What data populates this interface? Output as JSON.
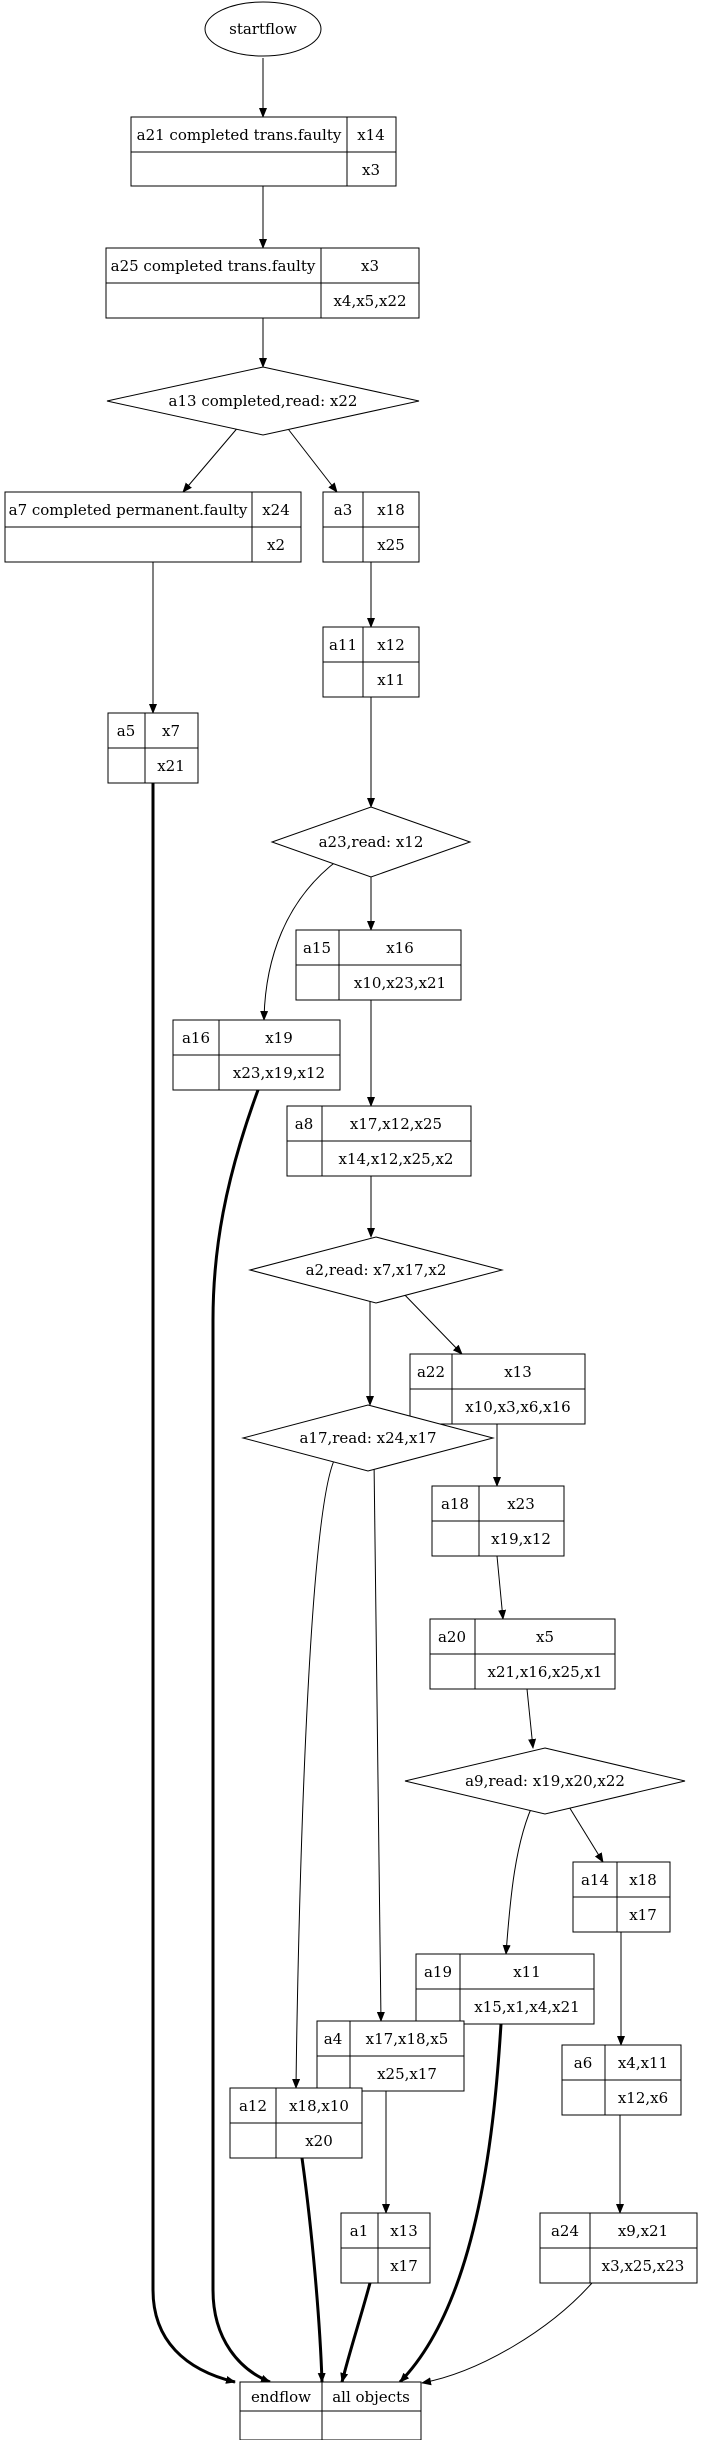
{
  "start": {
    "label": "startflow"
  },
  "nodes": {
    "a21": {
      "id": "a21 completed trans.faulty",
      "in": "x14",
      "out": "x3"
    },
    "a25": {
      "id": "a25 completed trans.faulty",
      "in": "x3",
      "out": "x4,x5,x22"
    },
    "a7": {
      "id": "a7 completed permanent.faulty",
      "in": "x24",
      "out": "x2"
    },
    "a3": {
      "id": "a3",
      "in": "x18",
      "out": "x25"
    },
    "a11": {
      "id": "a11",
      "in": "x12",
      "out": "x11"
    },
    "a5": {
      "id": "a5",
      "in": "x7",
      "out": "x21"
    },
    "a15": {
      "id": "a15",
      "in": "x16",
      "out": "x10,x23,x21"
    },
    "a16": {
      "id": "a16",
      "in": "x19",
      "out": "x23,x19,x12"
    },
    "a8": {
      "id": "a8",
      "in": "x17,x12,x25",
      "out": "x14,x12,x25,x2"
    },
    "a22": {
      "id": "a22",
      "in": "x13",
      "out": "x10,x3,x6,x16"
    },
    "a18": {
      "id": "a18",
      "in": "x23",
      "out": "x19,x12"
    },
    "a20": {
      "id": "a20",
      "in": "x5",
      "out": "x21,x16,x25,x1"
    },
    "a14": {
      "id": "a14",
      "in": "x18",
      "out": "x17"
    },
    "a19": {
      "id": "a19",
      "in": "x11",
      "out": "x15,x1,x4,x21"
    },
    "a4": {
      "id": "a4",
      "in": "x17,x18,x5",
      "out": "x25,x17"
    },
    "a6": {
      "id": "a6",
      "in": "x4,x11",
      "out": "x12,x6"
    },
    "a12": {
      "id": "a12",
      "in": "x18,x10",
      "out": "x20"
    },
    "a1": {
      "id": "a1",
      "in": "x13",
      "out": "x17"
    },
    "a24": {
      "id": "a24",
      "in": "x9,x21",
      "out": "x3,x25,x23"
    }
  },
  "decisions": {
    "a13": "a13 completed,read: x22",
    "a23": "a23,read: x12",
    "a2": "a2,read: x7,x17,x2",
    "a9": "a9,read: x19,x20,x22",
    "a17": "a17,read: x24,x17"
  },
  "end": {
    "id": "endflow",
    "in": "all objects"
  }
}
